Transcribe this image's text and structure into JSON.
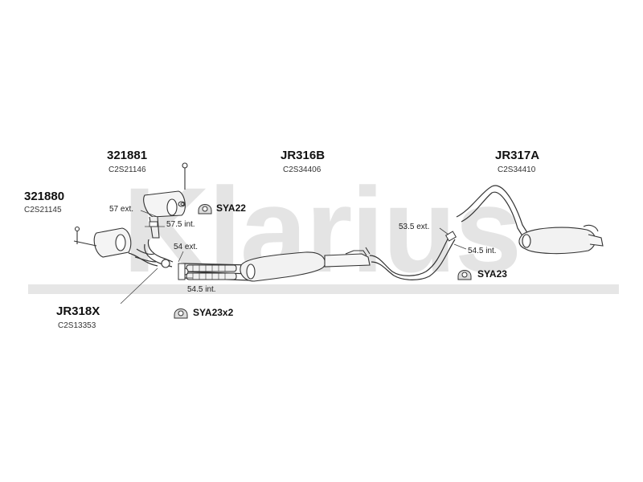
{
  "watermark": {
    "text": "Klarius",
    "color": "#e3e3e3"
  },
  "parts": [
    {
      "id": "p1",
      "part_number": "321881",
      "oem_code": "C2S21146"
    },
    {
      "id": "p2",
      "part_number": "JR316B",
      "oem_code": "C2S34406"
    },
    {
      "id": "p3",
      "part_number": "JR317A",
      "oem_code": "C2S34410"
    },
    {
      "id": "p4",
      "part_number": "321880",
      "oem_code": "C2S21145"
    },
    {
      "id": "p5",
      "part_number": "JR318X",
      "oem_code": "C2S13353"
    }
  ],
  "dimensions": [
    {
      "id": "d1",
      "text": "57 ext."
    },
    {
      "id": "d2",
      "text": "57.5 int."
    },
    {
      "id": "d3",
      "text": "54 ext."
    },
    {
      "id": "d4",
      "text": "54.5 int."
    },
    {
      "id": "d5",
      "text": "53.5 ext."
    },
    {
      "id": "d6",
      "text": "54.5 int."
    }
  ],
  "fitting_kits": [
    {
      "id": "k1",
      "code": "SYA22"
    },
    {
      "id": "k2",
      "code": "SYA23x2"
    },
    {
      "id": "k3",
      "code": "SYA23"
    }
  ]
}
